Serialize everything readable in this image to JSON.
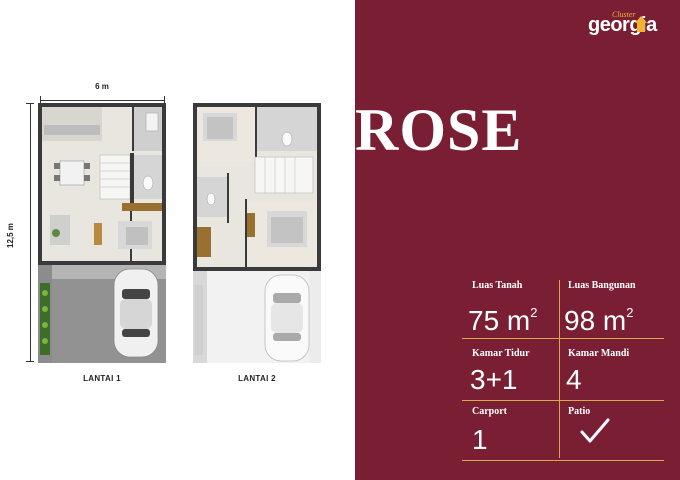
{
  "dimensions": {
    "width_label": "6 m",
    "height_label": "12,5 m"
  },
  "floors": [
    {
      "label": "LANTAI 1"
    },
    {
      "label": "LANTAI 2"
    }
  ],
  "logo": {
    "sub": "Cluster",
    "name": "georgia"
  },
  "title": "ROSE",
  "specs": {
    "luas_tanah": {
      "label": "Luas Tanah",
      "value": "75 m",
      "unit_sup": "2"
    },
    "luas_bangunan": {
      "label": "Luas Bangunan",
      "value": "98 m",
      "unit_sup": "2"
    },
    "kamar_tidur": {
      "label": "Kamar Tidur",
      "value": "3+1"
    },
    "kamar_mandi": {
      "label": "Kamar Mandi",
      "value": "4"
    },
    "carport": {
      "label": "Carport",
      "value": "1"
    },
    "patio": {
      "label": "Patio",
      "icon": "check-icon"
    }
  },
  "colors": {
    "panel": "#7a1f33",
    "accent": "#d8a94a",
    "logo_accent": "#f2b233"
  }
}
